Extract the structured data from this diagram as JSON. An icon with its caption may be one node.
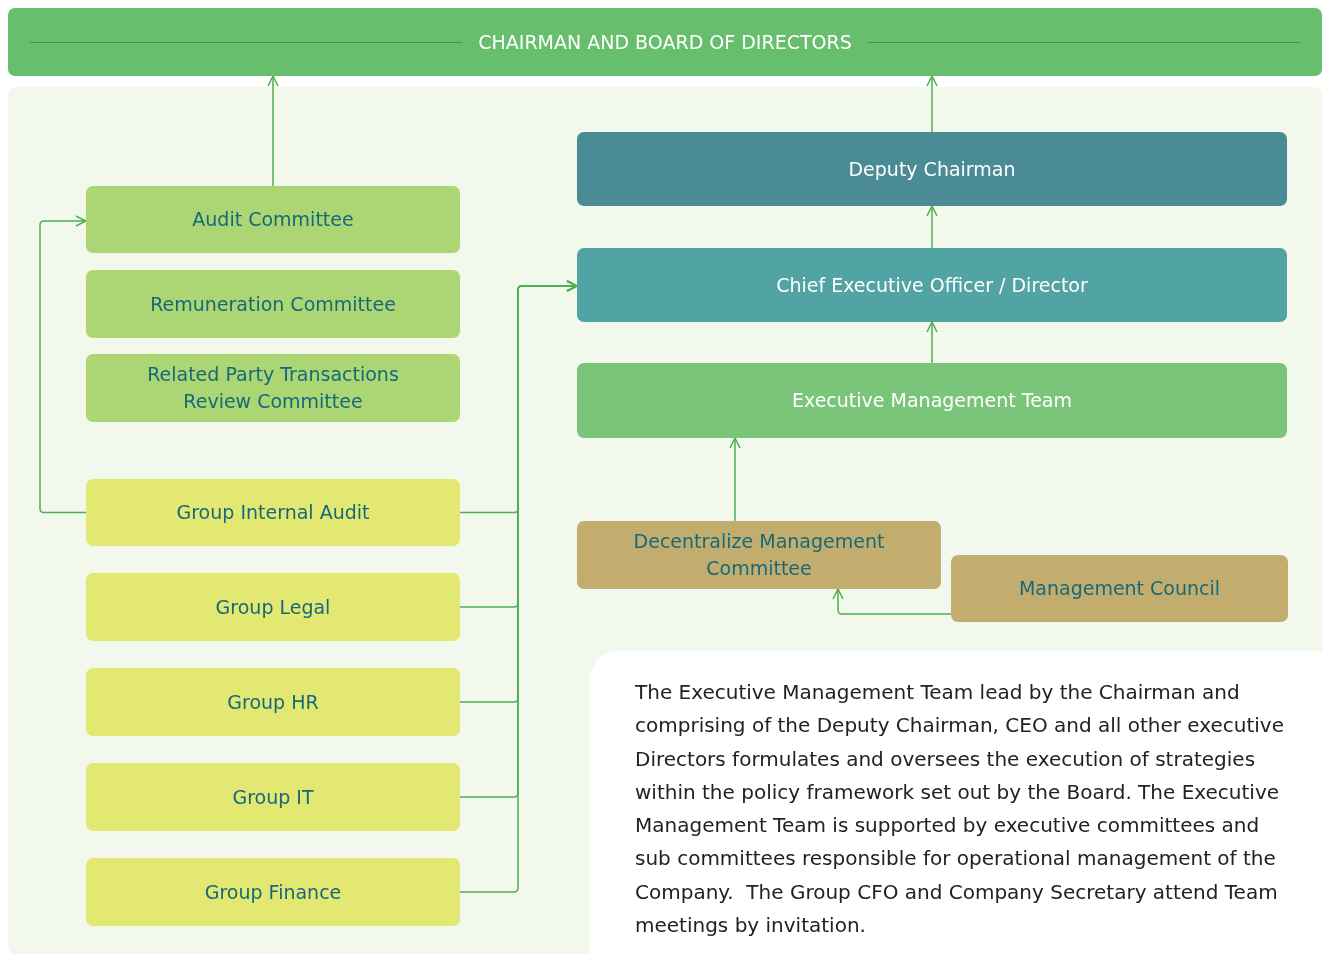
{
  "diagram": {
    "nodes": [
      {
        "text": [
          "CHAIRMAN AND BOARD OF DIRECTORS"
        ]
      },
      {
        "text": [
          "Audit Committee"
        ]
      },
      {
        "text": [
          "Remuneration Committee"
        ]
      },
      {
        "text": [
          "Related Party Transactions Review Committee"
        ]
      },
      {
        "text": [
          "Group Internal Audit"
        ]
      },
      {
        "text": [
          "Group Legal"
        ]
      },
      {
        "text": [
          "Group HR"
        ]
      },
      {
        "text": [
          "Group IT"
        ]
      },
      {
        "text": [
          "Group Finance"
        ]
      },
      {
        "text": [
          "Deputy Chairman"
        ]
      },
      {
        "text": [
          "Chief Executive Officer / Director"
        ]
      },
      {
        "text": [
          "Executive Management Team"
        ]
      },
      {
        "text": [
          "Decentralize Management Committee"
        ]
      },
      {
        "text": [
          "Management Council"
        ]
      }
    ],
    "edges": [
      {
        "from": 1,
        "to": 0,
        "arrow": "to"
      },
      {
        "from": 9,
        "to": 0,
        "arrow": "to"
      },
      {
        "from": 10,
        "to": 9,
        "arrow": "to"
      },
      {
        "from": 11,
        "to": 10,
        "arrow": "to"
      },
      {
        "from": 12,
        "to": 11,
        "arrow": "to"
      },
      {
        "from": 13,
        "to": 12,
        "arrow": "to"
      },
      {
        "from": 4,
        "to": 1,
        "arrow": "to"
      },
      {
        "from": 4,
        "to": 10,
        "arrow": "to"
      },
      {
        "from": 5,
        "to": 10,
        "arrow": "to"
      },
      {
        "from": 6,
        "to": 10,
        "arrow": "to"
      },
      {
        "from": 7,
        "to": 10,
        "arrow": "to"
      },
      {
        "from": 8,
        "to": 10,
        "arrow": "to"
      }
    ],
    "labels": [
      "The Executive Management Team lead by the Chairman and comprising of the Deputy Chairman, CEO and all other executive Directors formulates and oversees the execution of strategies within the policy framework set out by the Board. The Executive Management Team is supported by executive committees and sub committees responsible for operational management of the Company.  The Group CFO and Company Secretary attend Team meetings by invitation."
    ]
  }
}
